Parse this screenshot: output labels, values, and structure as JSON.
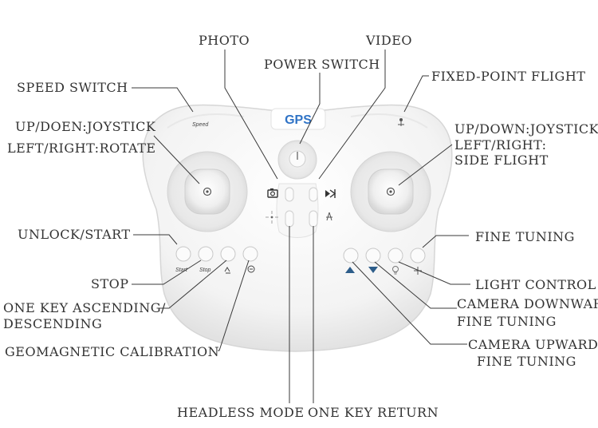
{
  "remote": {
    "brand_badge": "GPS",
    "speed_mark": "Speed",
    "start_mark": "Start",
    "stop_mark": "Stop"
  },
  "labels": {
    "photo": "PHOTO",
    "video": "VIDEO",
    "power_switch": "POWER SWITCH",
    "speed_switch": "SPEED SWITCH",
    "fixed_point_flight": "FIXED-POINT FLIGHT",
    "left_stick_line1": "UP/DOEN:JOYSTICK",
    "left_stick_line2": "LEFT/RIGHT:ROTATE",
    "right_stick_line1": "UP/DOWN:JOYSTICK",
    "right_stick_line2": "LEFT/RIGHT:",
    "right_stick_line3": "SIDE FLIGHT",
    "unlock_start": "UNLOCK/START",
    "fine_tuning": "FINE TUNING",
    "stop": "STOP",
    "light_control": "LIGHT CONTROL",
    "one_key_ascending_line1": "ONE KEY ASCENDING/",
    "one_key_ascending_line2": "DESCENDING",
    "camera_downward_line1": "CAMERA DOWNWARD",
    "camera_downward_line2": "FINE TUNING",
    "geomagnetic_calibration": "GEOMAGNETIC CALIBRATION",
    "camera_upward_line1": "CAMERA UPWARD",
    "camera_upward_line2": "FINE TUNING",
    "headless_mode": "HEADLESS MODE",
    "one_key_return": "ONE KEY RETURN"
  },
  "colors": {
    "body": "#f4f4f4",
    "outline": "#dcdcdc",
    "gps_blue": "#2f73c6",
    "leader_line": "#3a3a3a",
    "power_led": "#d01818"
  }
}
